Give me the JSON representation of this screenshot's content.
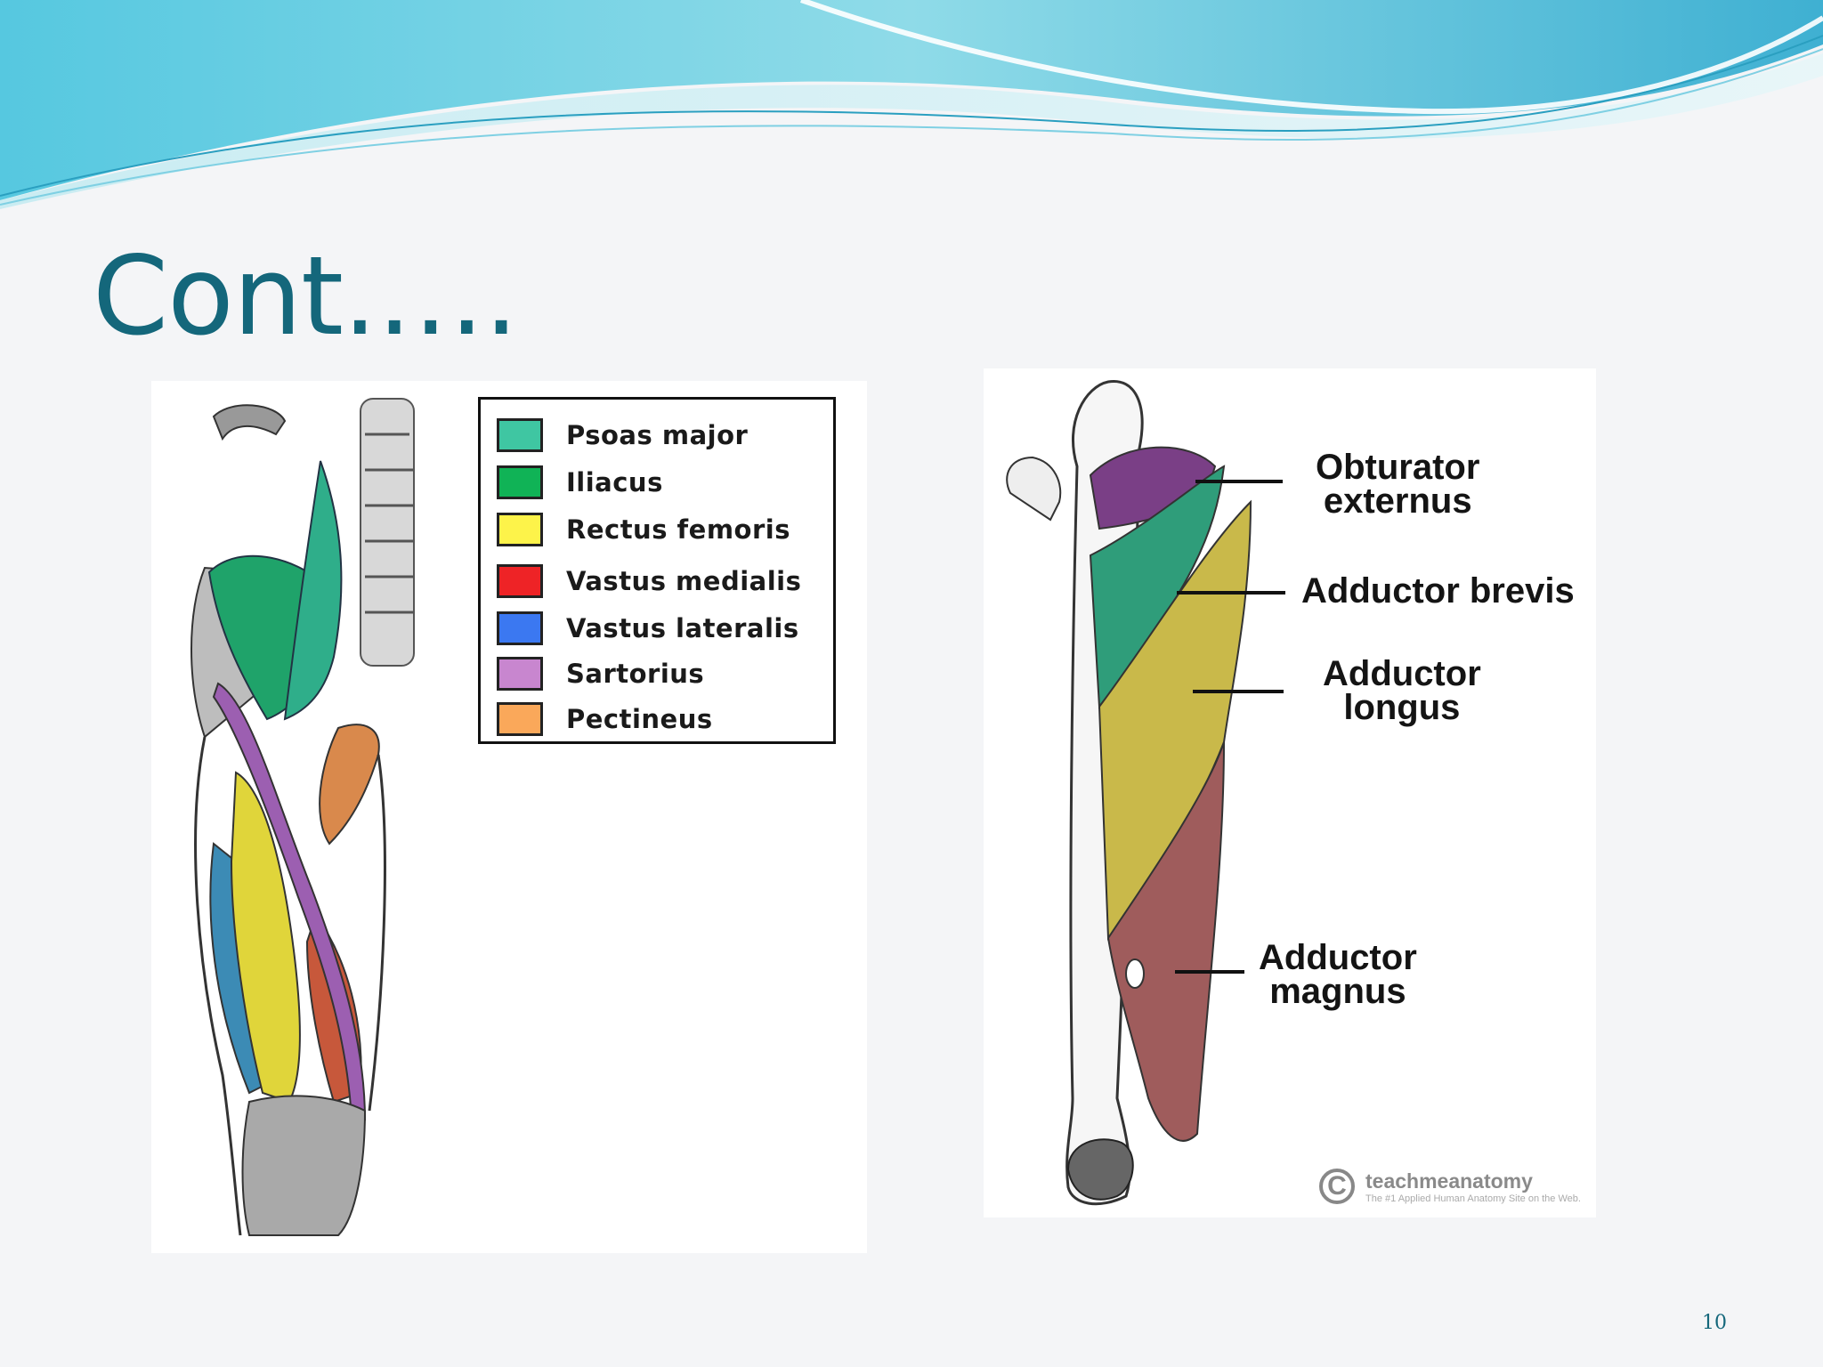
{
  "slide": {
    "title": "Cont.….",
    "page_number": "10"
  },
  "legend": {
    "items": [
      {
        "label": "Psoas major",
        "color": "#3fc6a2"
      },
      {
        "label": "Iliacus",
        "color": "#10b356"
      },
      {
        "label": "Rectus femoris",
        "color": "#fdf34a"
      },
      {
        "label": "Vastus medialis",
        "color": "#ee2326"
      },
      {
        "label": "Vastus lateralis",
        "color": "#3b78f1"
      },
      {
        "label": "Sartorius",
        "color": "#c886cf"
      },
      {
        "label": "Pectineus",
        "color": "#faa85a"
      }
    ]
  },
  "right_figure": {
    "labels": {
      "obturator_externus": [
        "Obturator",
        "externus"
      ],
      "adductor_brevis": "Adductor brevis",
      "adductor_longus": [
        "Adductor",
        "longus"
      ],
      "adductor_magnus": [
        "Adductor",
        "magnus"
      ]
    },
    "watermark": {
      "symbol": "C",
      "name": "teachmeanatomy",
      "tagline": "The #1 Applied Human Anatomy Site on the Web."
    }
  },
  "colors": {
    "title": "#14677b",
    "wave_light": "#8fdbe6",
    "wave_dark": "#1f9fc0"
  }
}
